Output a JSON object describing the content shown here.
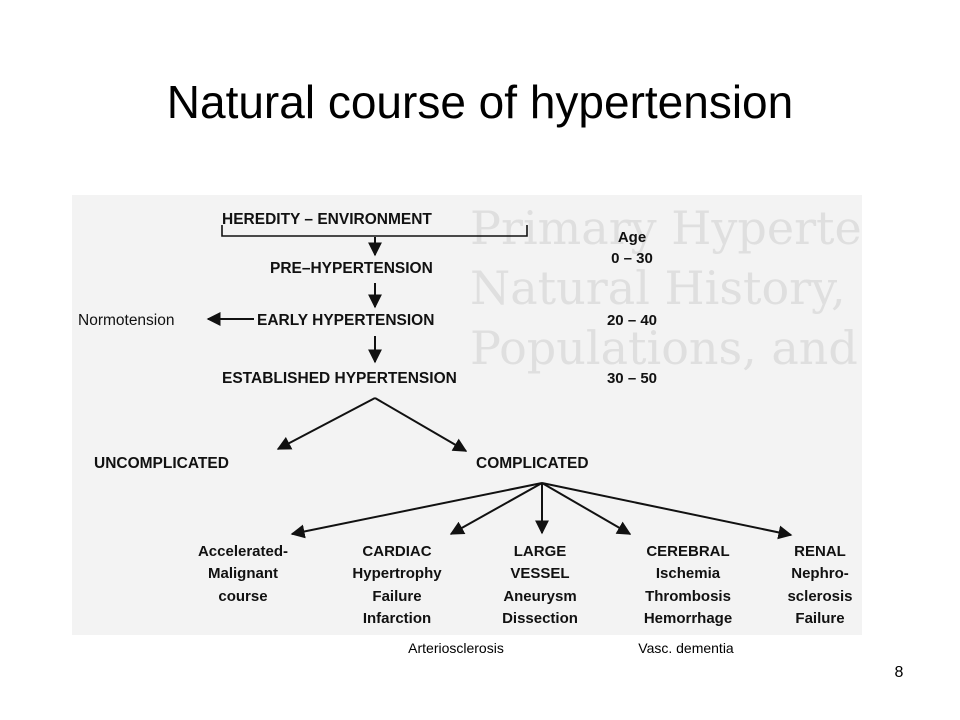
{
  "slide": {
    "title": "Natural course of hypertension",
    "page_number": "8"
  },
  "background_scan_text": [
    "Primary Hypertension",
    "Natural History, Sta",
    "Populations, and D"
  ],
  "flow": {
    "heredity": "HEREDITY – ENVIRONMENT",
    "pre": "PRE–HYPERTENSION",
    "normotension": "Normotension",
    "early": "EARLY HYPERTENSION",
    "established": "ESTABLISHED HYPERTENSION",
    "uncomplicated": "UNCOMPLICATED",
    "complicated": "COMPLICATED"
  },
  "ages": {
    "label": "Age",
    "range_1": "0 – 30",
    "range_2": "20 – 40",
    "range_3": "30 – 50"
  },
  "outcomes": [
    {
      "lines": [
        "Accelerated-",
        "Malignant",
        "course"
      ]
    },
    {
      "lines": [
        "CARDIAC",
        "Hypertrophy",
        "Failure",
        "Infarction"
      ]
    },
    {
      "lines": [
        "LARGE",
        "VESSEL",
        "Aneurysm",
        "Dissection"
      ]
    },
    {
      "lines": [
        "CEREBRAL",
        "Ischemia",
        "Thrombosis",
        "Hemorrhage"
      ]
    },
    {
      "lines": [
        "RENAL",
        "Nephro-",
        "sclerosis",
        "Failure"
      ]
    }
  ],
  "captions": {
    "arteriosclerosis": "Arteriosclerosis",
    "vasc_dementia": "Vasc. dementia"
  },
  "colors": {
    "text": "#111111",
    "scan_background": "#f3f3f3",
    "ghost_text": "#cfcfcf"
  }
}
